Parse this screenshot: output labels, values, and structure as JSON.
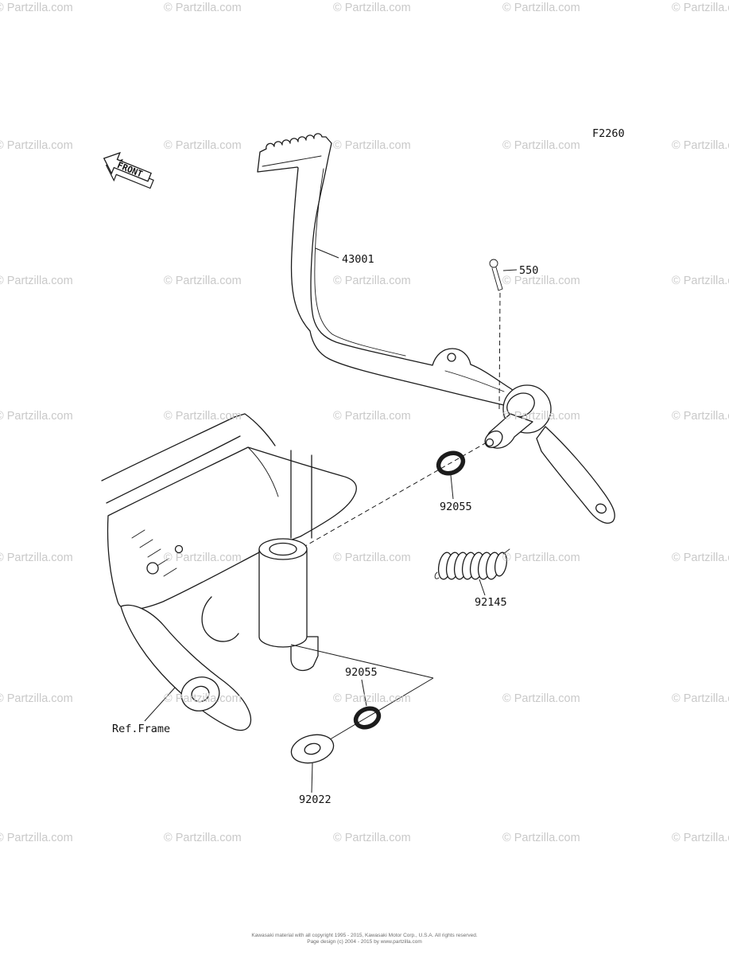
{
  "diagram": {
    "code": "F2260",
    "front_label": "FRONT",
    "ref_frame_label": "Ref.Frame"
  },
  "parts": {
    "pedal": {
      "number": "43001"
    },
    "cotter_pin": {
      "number": "550"
    },
    "oring_upper": {
      "number": "92055"
    },
    "spring": {
      "number": "92145"
    },
    "oring_lower": {
      "number": "92055"
    },
    "washer": {
      "number": "92022"
    }
  },
  "watermark": {
    "text": "© Partzilla.com",
    "color": "#c9c9c9"
  },
  "footer": {
    "line1": "Kawasaki material with all copyright 1995 - 2015, Kawasaki Motor Corp., U.S.A. All rights reserved.",
    "line2": "Page design (c) 2004 - 2015 by www.partzilla.com"
  }
}
